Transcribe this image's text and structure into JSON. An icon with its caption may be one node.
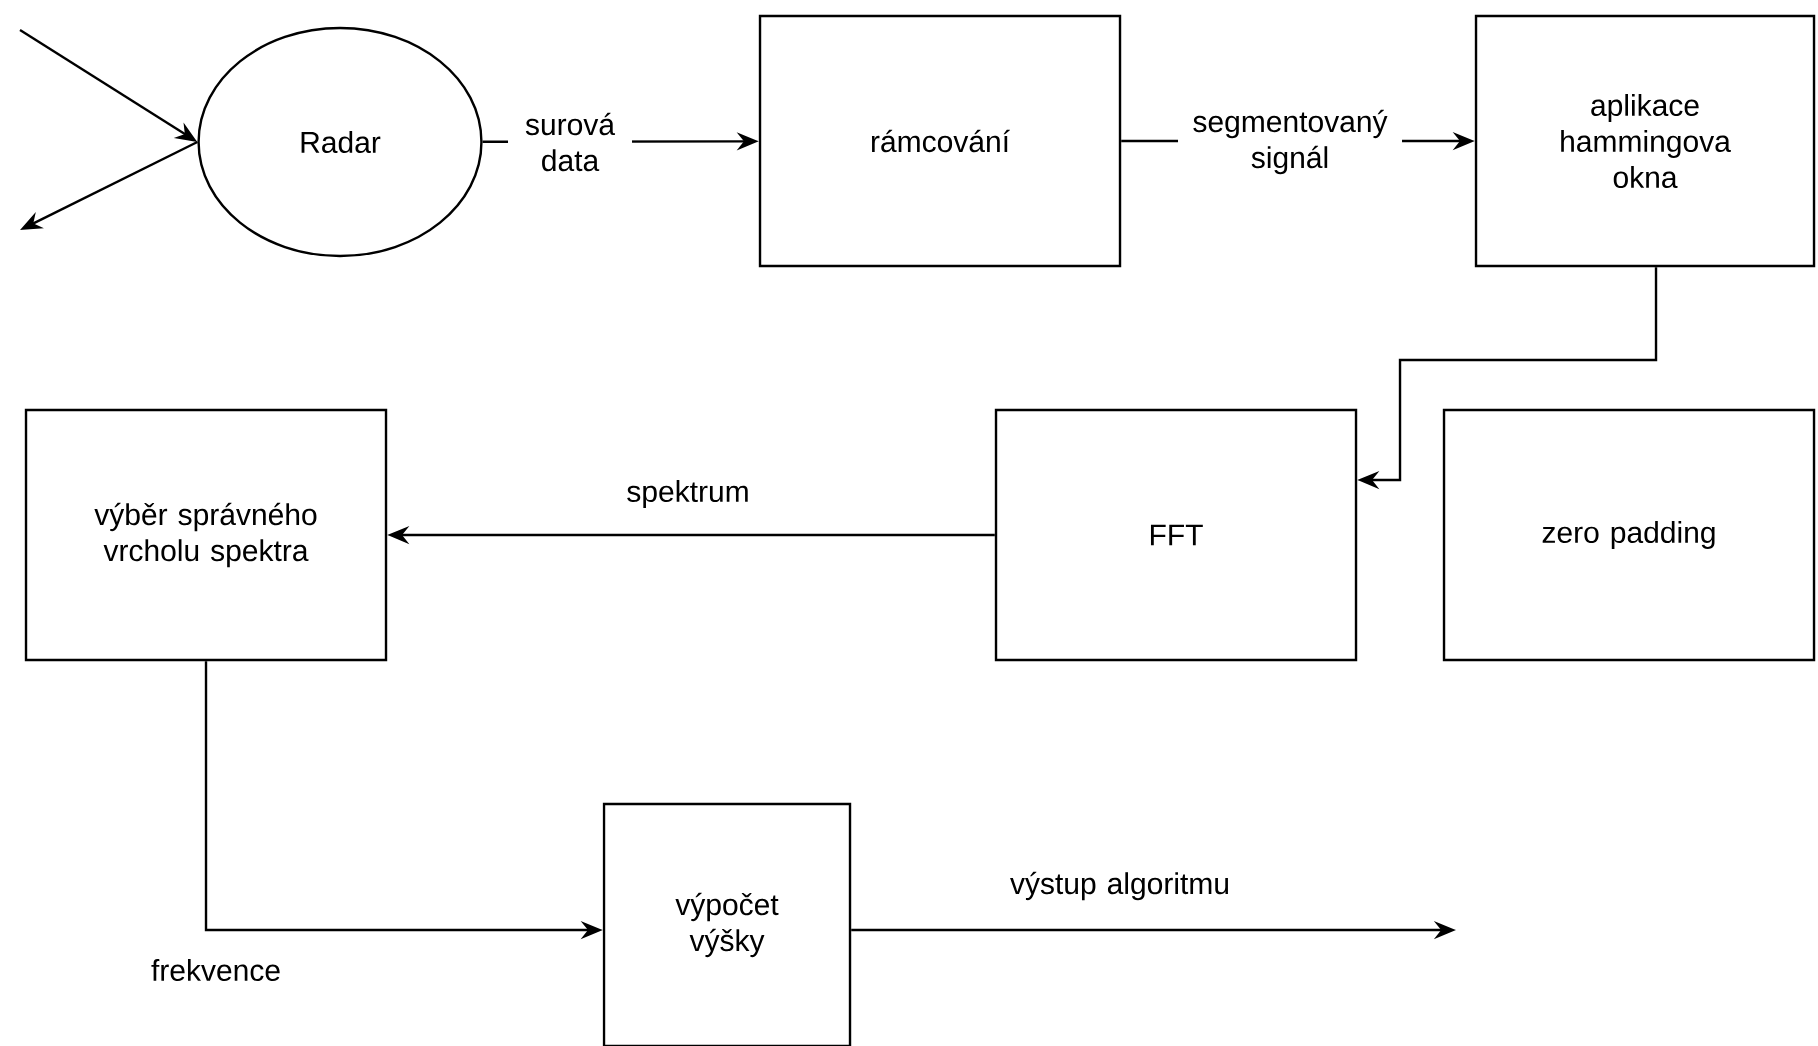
{
  "diagram": {
    "nodes": [
      {
        "text": [
          "Radar"
        ]
      },
      {
        "text": [
          "rámcování"
        ]
      },
      {
        "text": [
          "aplikace hammingova okna"
        ]
      },
      {
        "text": [
          "zero padding"
        ]
      },
      {
        "text": [
          "FFT"
        ]
      },
      {
        "text": [
          "výběr správného vrcholu spektra"
        ]
      },
      {
        "text": [
          "výpočet výšky"
        ]
      }
    ],
    "edges": [
      {
        "from": null,
        "to": 0,
        "arrow": "to"
      },
      {
        "from": 0,
        "to": null,
        "arrow": "to"
      },
      {
        "from": 0,
        "to": 1,
        "arrow": "to",
        "label": "surová data"
      },
      {
        "from": 1,
        "to": 2,
        "arrow": "to",
        "label": "segmentovaný signál"
      },
      {
        "from": 2,
        "to": 4,
        "arrow": "to"
      },
      {
        "from": 4,
        "to": 5,
        "arrow": "to",
        "label": "spektrum"
      },
      {
        "from": 5,
        "to": 6,
        "arrow": "to",
        "label": "frekvence"
      },
      {
        "from": 6,
        "to": null,
        "arrow": "to",
        "label": "výstup algoritmu"
      }
    ]
  }
}
